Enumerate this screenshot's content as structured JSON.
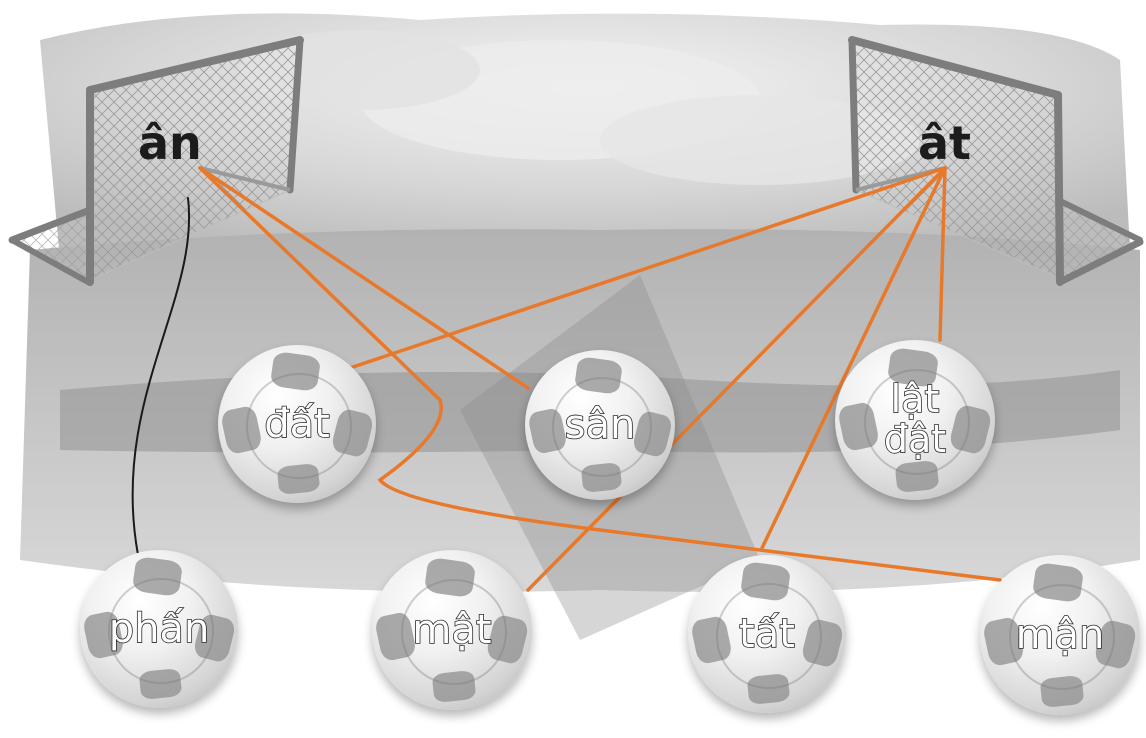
{
  "goals": [
    {
      "id": "an",
      "label": "ân"
    },
    {
      "id": "at",
      "label": "ât"
    }
  ],
  "balls": [
    {
      "id": "dat",
      "word": "đất",
      "group": "ât"
    },
    {
      "id": "san",
      "word": "sân",
      "group": "ân"
    },
    {
      "id": "latdat",
      "word": "lật\nđật",
      "group": "ât"
    },
    {
      "id": "phan",
      "word": "phấn",
      "group": "ân"
    },
    {
      "id": "mat",
      "word": "mật",
      "group": "ât"
    },
    {
      "id": "tat",
      "word": "tất",
      "group": "ât"
    },
    {
      "id": "man",
      "word": "mận",
      "group": "ân"
    }
  ],
  "connections": [
    {
      "from": "an",
      "to": "phan",
      "color": "#1a1a1a"
    },
    {
      "from": "an",
      "to": "san",
      "color": "#e8782a"
    },
    {
      "from": "an",
      "to": "man",
      "color": "#e8782a"
    },
    {
      "from": "at",
      "to": "dat",
      "color": "#e8782a"
    },
    {
      "from": "at",
      "to": "mat",
      "color": "#e8782a"
    },
    {
      "from": "at",
      "to": "tat",
      "color": "#e8782a"
    },
    {
      "from": "at",
      "to": "latdat",
      "color": "#e8782a"
    }
  ],
  "colors": {
    "line_accent": "#e8782a",
    "line_dark": "#1a1a1a",
    "sky": "#cfcfcf",
    "field": "#9c9c9c"
  }
}
